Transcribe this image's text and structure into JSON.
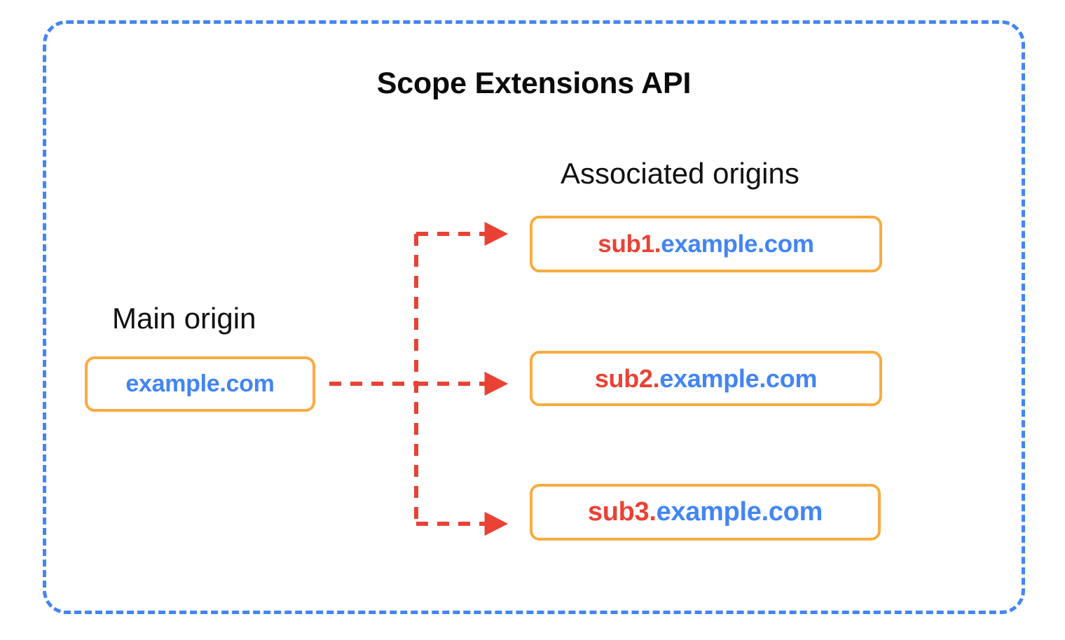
{
  "diagram": {
    "title": "Scope Extensions API",
    "frame_border_color": "#4285F4",
    "accent_box_border_color": "#F9AB40",
    "arrow_color": "#E94235",
    "subdomain_text_color": "#E94235",
    "host_text_color": "#4285F4",
    "title_text_color": "#0b0b0b"
  },
  "main_origin": {
    "caption": "Main origin",
    "origin": {
      "subdomain": "",
      "host": "example.com",
      "full": "example.com"
    }
  },
  "associated_origins": {
    "caption": "Associated origins",
    "items": [
      {
        "subdomain": "sub1.",
        "host": "example.com",
        "full": "sub1.example.com"
      },
      {
        "subdomain": "sub2.",
        "host": "example.com",
        "full": "sub2.example.com"
      },
      {
        "subdomain": "sub3.",
        "host": "example.com",
        "full": "sub3.example.com"
      }
    ]
  },
  "connections": [
    {
      "from": "example.com",
      "to": "sub1.example.com",
      "style": "dashed-arrow"
    },
    {
      "from": "example.com",
      "to": "sub2.example.com",
      "style": "dashed-arrow"
    },
    {
      "from": "example.com",
      "to": "sub3.example.com",
      "style": "dashed-arrow"
    }
  ]
}
